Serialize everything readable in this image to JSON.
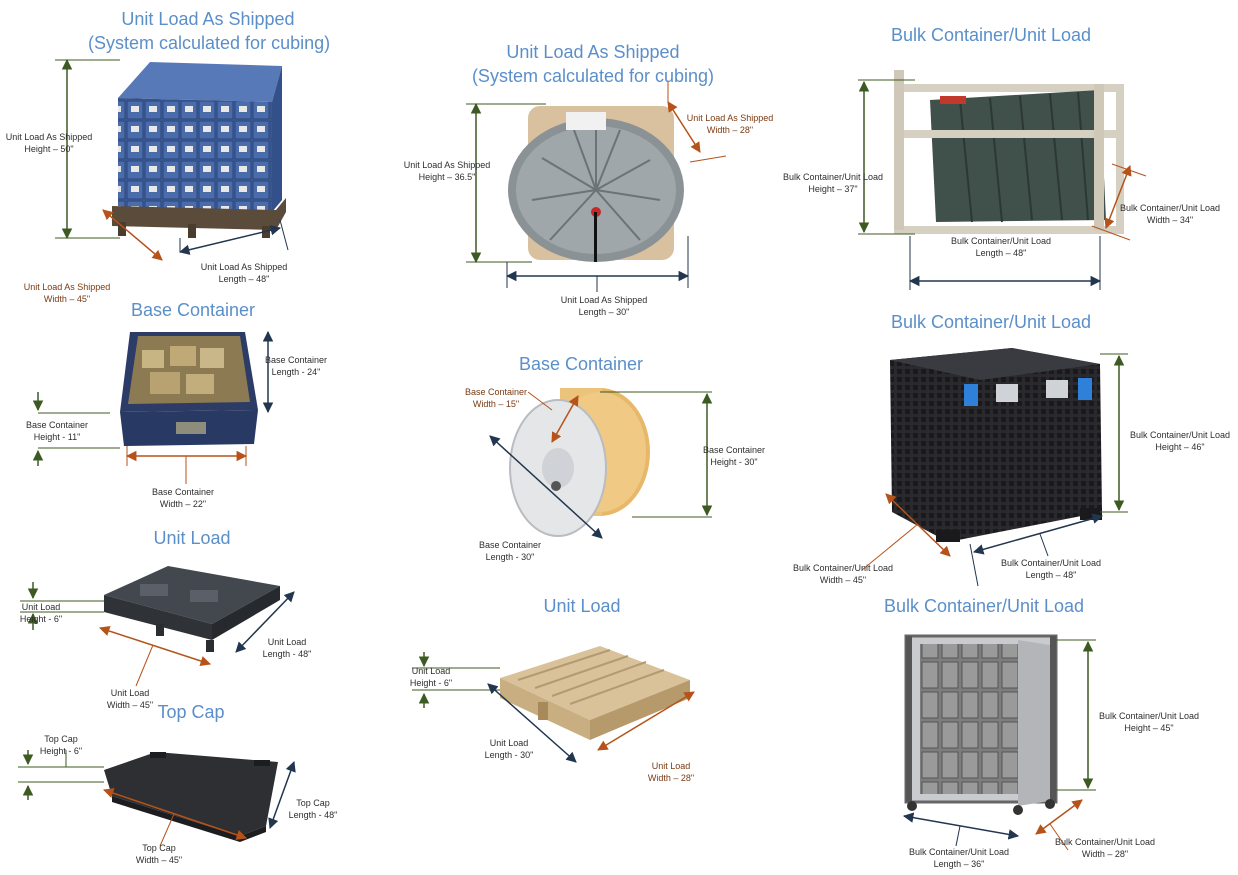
{
  "colors": {
    "title": "#5b8fc9",
    "height_arrow": "#3d5a22",
    "width_arrow": "#b5531a",
    "length_arrow": "#22364f"
  },
  "col1": {
    "unit_load_as_shipped": {
      "title": "Unit Load As Shipped",
      "subtitle": "(System calculated for cubing)",
      "height": [
        "Unit Load As Shipped",
        "Height – 50\""
      ],
      "width": [
        "Unit Load As Shipped",
        "Width – 45\""
      ],
      "length": [
        "Unit Load As Shipped",
        "Length – 48\""
      ]
    },
    "base_container": {
      "title": "Base Container",
      "height": [
        "Base Container",
        "Height - 11\""
      ],
      "width": [
        "Base Container",
        "Width – 22\""
      ],
      "length": [
        "Base Container",
        "Length - 24\""
      ]
    },
    "unit_load": {
      "title": "Unit Load",
      "height": [
        "Unit Load",
        "Height - 6\""
      ],
      "width": [
        "Unit Load",
        "Width – 45\""
      ],
      "length": [
        "Unit Load",
        "Length - 48\""
      ]
    },
    "top_cap": {
      "title": "Top Cap",
      "height": [
        "Top Cap",
        "Height - 6\""
      ],
      "width": [
        "Top Cap",
        "Width – 45\""
      ],
      "length": [
        "Top Cap",
        "Length - 48\""
      ]
    }
  },
  "col2": {
    "unit_load_as_shipped": {
      "title": "Unit Load As Shipped",
      "subtitle": "(System calculated for cubing)",
      "height": [
        "Unit Load As Shipped",
        "Height – 36.5\""
      ],
      "width": [
        "Unit Load As Shipped",
        "Width – 28\""
      ],
      "length": [
        "Unit Load As Shipped",
        "Length – 30\""
      ]
    },
    "base_container": {
      "title": "Base Container",
      "width": [
        "Base Container",
        "Width – 15\""
      ],
      "height": [
        "Base Container",
        "Height - 30\""
      ],
      "length": [
        "Base Container",
        "Length - 30\""
      ]
    },
    "unit_load": {
      "title": "Unit Load",
      "height": [
        "Unit Load",
        "Height - 6\""
      ],
      "length": [
        "Unit Load",
        "Length - 30\""
      ],
      "width": [
        "Unit Load",
        "Width – 28\""
      ]
    }
  },
  "col3": {
    "bulk_1": {
      "title": "Bulk Container/Unit Load",
      "height": [
        "Bulk Container/Unit Load",
        "Height – 37\""
      ],
      "width": [
        "Bulk Container/Unit Load",
        "Width – 34\""
      ],
      "length": [
        "Bulk Container/Unit Load",
        "Length – 48\""
      ]
    },
    "bulk_2": {
      "title": "Bulk Container/Unit Load",
      "height": [
        "Bulk Container/Unit Load",
        "Height – 46\""
      ],
      "width": [
        "Bulk Container/Unit Load",
        "Width – 45\""
      ],
      "length": [
        "Bulk Container/Unit Load",
        "Length – 48\""
      ]
    },
    "bulk_3": {
      "title": "Bulk Container/Unit Load",
      "height": [
        "Bulk Container/Unit Load",
        "Height – 45\""
      ],
      "length": [
        "Bulk Container/Unit Load",
        "Length – 36\""
      ],
      "width": [
        "Bulk Container/Unit Load",
        "Width – 28\""
      ]
    }
  }
}
